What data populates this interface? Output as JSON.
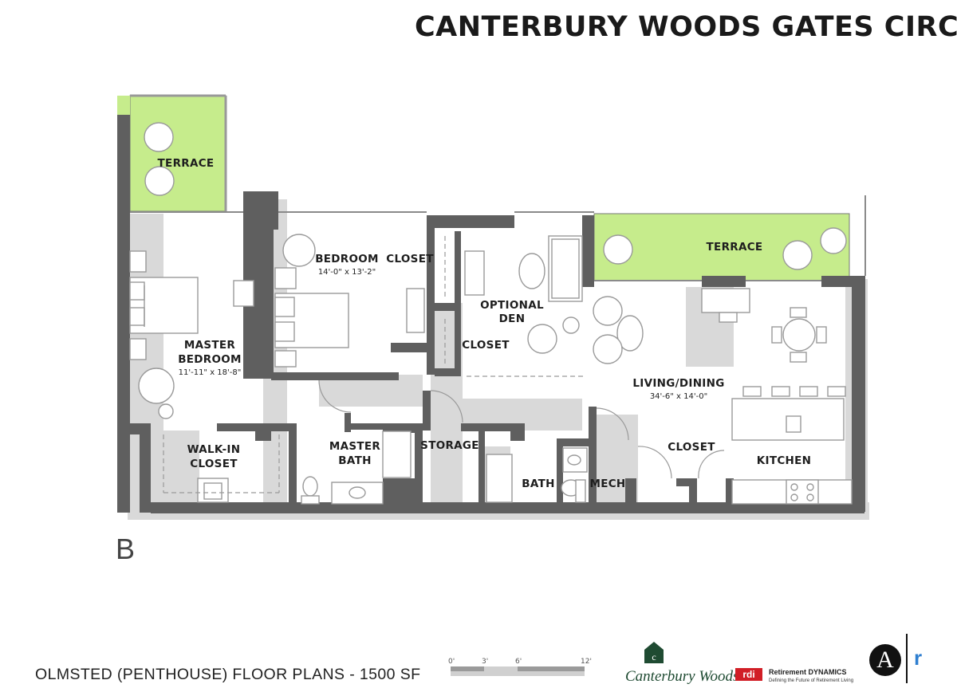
{
  "title": "CANTERBURY WOODS GATES CIRCLE",
  "unit_letter": "B",
  "footer_title": "OLMSTED (PENTHOUSE) FLOOR PLANS - 1500 SF",
  "scale": {
    "ticks": [
      "0'",
      "3'",
      "6'",
      "12'"
    ]
  },
  "rooms": {
    "terrace_left": {
      "label": "TERRACE"
    },
    "terrace_right": {
      "label": "TERRACE"
    },
    "master_bedroom": {
      "label_1": "MASTER",
      "label_2": "BEDROOM",
      "dims": "11'-11\" x 18'-8\""
    },
    "bedroom": {
      "label": "BEDROOM",
      "dims": "14'-0\" x 13'-2\""
    },
    "closet_1": {
      "label": "CLOSET"
    },
    "closet_2": {
      "label": "CLOSET"
    },
    "optional_den": {
      "label_1": "OPTIONAL",
      "label_2": "DEN"
    },
    "living_dining": {
      "label": "LIVING/DINING",
      "dims": "34'-6\" x 14'-0\""
    },
    "walk_in_closet": {
      "label_1": "WALK-IN",
      "label_2": "CLOSET"
    },
    "master_bath": {
      "label_1": "MASTER",
      "label_2": "BATH"
    },
    "storage": {
      "label": "STORAGE"
    },
    "bath": {
      "label": "BATH"
    },
    "mech": {
      "label": "MECH"
    },
    "closet_3": {
      "label": "CLOSET"
    },
    "kitchen": {
      "label": "KITCHEN"
    }
  },
  "brands": {
    "canterbury_woods": "Canterbury Woods",
    "rdi_mark": "rdi",
    "retirement_dynamics": "Retirement DYNAMICS",
    "retirement_dynamics_tagline": "Defining the Future of Retirement Living",
    "a_mark": "A",
    "r_mark": "r"
  },
  "colors": {
    "wall": "#5f5f5f",
    "shadow": "#d9d9d9",
    "terrace": "#c6ec8c",
    "furniture": "#9a9a9a",
    "rdi_red": "#d11e26",
    "brand_green": "#1f4b32",
    "r_blue": "#2f7fd0"
  }
}
